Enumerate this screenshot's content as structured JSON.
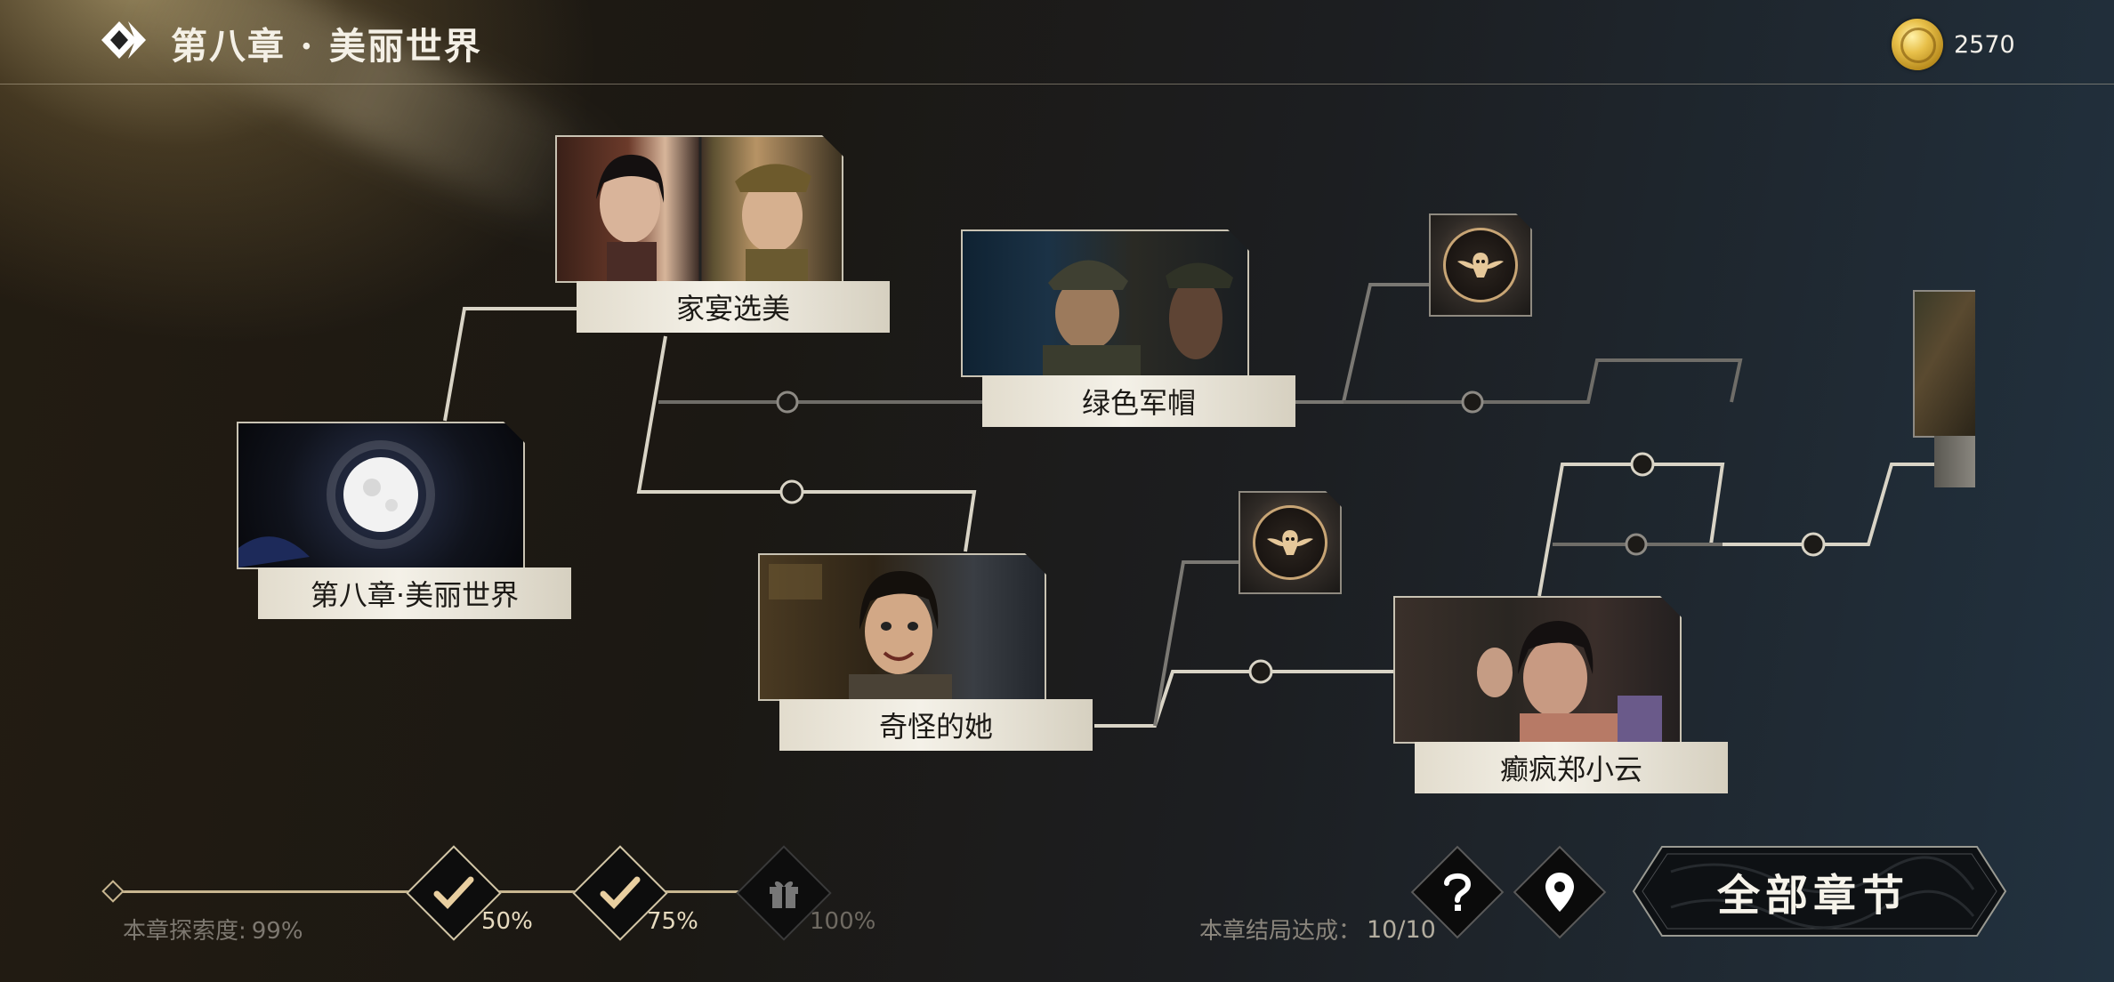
{
  "header": {
    "title": "第八章 · 美丽世界",
    "coins": "2570"
  },
  "nodes": {
    "jiayan": "家宴选美",
    "green_cap": "绿色军帽",
    "chapter_start": "第八章·美丽世界",
    "strange_her": "奇怪的她",
    "crazy_zheng": "癫疯郑小云"
  },
  "progress": {
    "explore_label": "本章探索度:",
    "explore_value": "99%",
    "explore_fraction": 0.99,
    "milestones": [
      {
        "label": "50%",
        "state": "claimed",
        "icon": "check-icon"
      },
      {
        "label": "75%",
        "state": "claimed",
        "icon": "check-icon"
      },
      {
        "label": "100%",
        "state": "locked",
        "icon": "gift-icon"
      }
    ]
  },
  "endings": {
    "label": "本章结局达成：",
    "value": "10/10"
  },
  "buttons": {
    "help_icon": "question-icon",
    "locate_icon": "location-pin-icon",
    "all_chapters": "全部章节"
  },
  "colors": {
    "plate": "#f4f1e8",
    "accent_gold": "#d3c6a6",
    "line": "#d9d4c6",
    "coin": "#e8c04a"
  }
}
